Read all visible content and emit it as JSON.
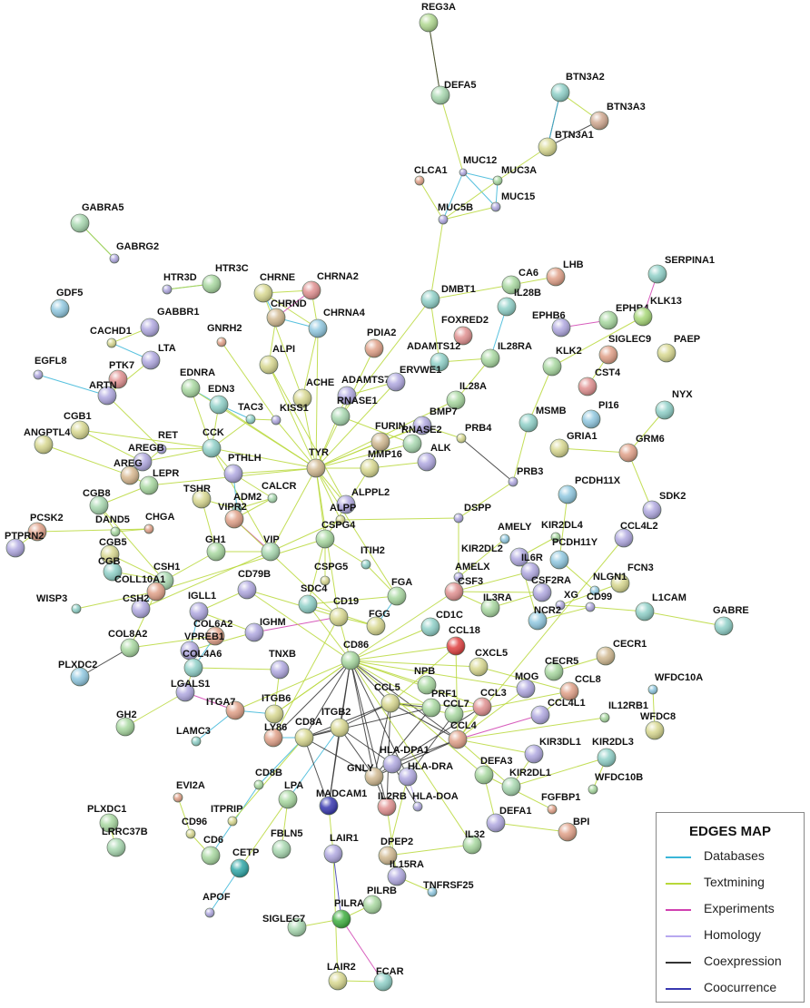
{
  "title": "",
  "node_colors": [
    "#8fd0c8",
    "#a8d878",
    "#c8c8e8",
    "#e8b8a0",
    "#d8d890",
    "#b8e0a8",
    "#9cc0e0",
    "#e09090",
    "#b0a8e0",
    "#c8e0b0",
    "#d0b890",
    "#90d8a8"
  ],
  "legend": {
    "title": "EDGES MAP",
    "items": [
      {
        "label": "Databases",
        "color": "#3ab6d8"
      },
      {
        "label": "Textmining",
        "color": "#b8d83a"
      },
      {
        "label": "Experiments",
        "color": "#d040b0"
      },
      {
        "label": "Homology",
        "color": "#b8a8f0"
      },
      {
        "label": "Coexpression",
        "color": "#333333"
      },
      {
        "label": "Coocurrence",
        "color": "#3838b0"
      }
    ]
  },
  "nodes": [
    {
      "id": "REG3A",
      "label": "REG3A",
      "color": "#b0d890"
    },
    {
      "id": "DEFA5",
      "label": "DEFA5",
      "color": "#a8d8b0"
    },
    {
      "id": "BTN3A2",
      "label": "BTN3A2",
      "color": "#8fd0c8"
    },
    {
      "id": "BTN3A3",
      "label": "BTN3A3",
      "color": "#d0a890"
    },
    {
      "id": "BTN3A1",
      "label": "BTN3A1",
      "color": "#d8d890"
    },
    {
      "id": "CLCA1",
      "label": "CLCA1",
      "color": "#e0a088"
    },
    {
      "id": "MUC12",
      "label": "MUC12",
      "color": "#b0a8e0"
    },
    {
      "id": "MUC3A",
      "label": "MUC3A",
      "color": "#a8d8a0"
    },
    {
      "id": "MUC5B",
      "label": "MUC5B",
      "color": "#b0a8e0"
    },
    {
      "id": "MUC15",
      "label": "MUC15",
      "color": "#b0a8e0"
    },
    {
      "id": "GABRA5",
      "label": "GABRA5",
      "color": "#a8d8b0"
    },
    {
      "id": "GABRG2",
      "label": "GABRG2",
      "color": "#b0a8e0"
    },
    {
      "id": "GDF5",
      "label": "GDF5",
      "color": "#90c8e0"
    },
    {
      "id": "HTR3D",
      "label": "HTR3D",
      "color": "#b0a8e0"
    },
    {
      "id": "HTR3C",
      "label": "HTR3C",
      "color": "#a8d8a0"
    },
    {
      "id": "CHRNE",
      "label": "CHRNE",
      "color": "#d8d890"
    },
    {
      "id": "CHRNA2",
      "label": "CHRNA2",
      "color": "#e09090"
    },
    {
      "id": "CHRND",
      "label": "CHRND",
      "color": "#d0b890"
    },
    {
      "id": "CHRNA4",
      "label": "CHRNA4",
      "color": "#90c8e0"
    },
    {
      "id": "DMBT1",
      "label": "DMBT1",
      "color": "#8fd0c8"
    },
    {
      "id": "CA6",
      "label": "CA6",
      "color": "#a8d8a0"
    },
    {
      "id": "LHB",
      "label": "LHB",
      "color": "#e0a088"
    },
    {
      "id": "SERPINA1",
      "label": "SERPINA1",
      "color": "#8fd0c8"
    },
    {
      "id": "GABBR1",
      "label": "GABBR1",
      "color": "#b0a8e0"
    },
    {
      "id": "CACHD1",
      "label": "CACHD1",
      "color": "#d8d890"
    },
    {
      "id": "LTA",
      "label": "LTA",
      "color": "#b0a8e0"
    },
    {
      "id": "IL28B",
      "label": "IL28B",
      "color": "#8fd0c8"
    },
    {
      "id": "FOXRED2",
      "label": "FOXRED2",
      "color": "#e09090"
    },
    {
      "id": "EPHB6",
      "label": "EPHB6",
      "color": "#b0a8e0"
    },
    {
      "id": "EPHB4",
      "label": "EPHB4",
      "color": "#a8d8a0"
    },
    {
      "id": "KLK13",
      "label": "KLK13",
      "color": "#a8d878"
    },
    {
      "id": "PDIA2",
      "label": "PDIA2",
      "color": "#e0a088"
    },
    {
      "id": "EGFL8",
      "label": "EGFL8",
      "color": "#b0a8e0"
    },
    {
      "id": "PTK7",
      "label": "PTK7",
      "color": "#e09090"
    },
    {
      "id": "GNRH2",
      "label": "GNRH2",
      "color": "#e0a088"
    },
    {
      "id": "ALPI",
      "label": "ALPI",
      "color": "#d8d890"
    },
    {
      "id": "ADAMTS12",
      "label": "ADAMTS12",
      "color": "#8fd0c8"
    },
    {
      "id": "IL28RA",
      "label": "IL28RA",
      "color": "#a8d8a0"
    },
    {
      "id": "SIGLEC9",
      "label": "SIGLEC9",
      "color": "#e0a088"
    },
    {
      "id": "PAEP",
      "label": "PAEP",
      "color": "#d8d890"
    },
    {
      "id": "ARTN",
      "label": "ARTN",
      "color": "#b0a8e0"
    },
    {
      "id": "EDNRA",
      "label": "EDNRA",
      "color": "#a8d8a0"
    },
    {
      "id": "EDN3",
      "label": "EDN3",
      "color": "#8fd0c8"
    },
    {
      "id": "ACHE",
      "label": "ACHE",
      "color": "#d8d890"
    },
    {
      "id": "ADAMTS7",
      "label": "ADAMTS7",
      "color": "#b0a8e0"
    },
    {
      "id": "ERVWE1",
      "label": "ERVWE1",
      "color": "#b0a8e0"
    },
    {
      "id": "KLK2",
      "label": "KLK2",
      "color": "#a8d8a0"
    },
    {
      "id": "CST4",
      "label": "CST4",
      "color": "#e09090"
    },
    {
      "id": "TAC3",
      "label": "TAC3",
      "color": "#8fd0c8"
    },
    {
      "id": "KISS1",
      "label": "KISS1",
      "color": "#b0a8e0"
    },
    {
      "id": "RNASE1",
      "label": "RNASE1",
      "color": "#a8d8b0"
    },
    {
      "id": "IL28A",
      "label": "IL28A",
      "color": "#a8d8a0"
    },
    {
      "id": "PI16",
      "label": "PI16",
      "color": "#90c8e0"
    },
    {
      "id": "NYX",
      "label": "NYX",
      "color": "#8fd0c8"
    },
    {
      "id": "CGB1",
      "label": "CGB1",
      "color": "#d8d890"
    },
    {
      "id": "ANGPTL4",
      "label": "ANGPTL4",
      "color": "#d8d890"
    },
    {
      "id": "RET",
      "label": "RET",
      "color": "#b0a8e0"
    },
    {
      "id": "CCK",
      "label": "CCK",
      "color": "#8fd0c8"
    },
    {
      "id": "AREGB",
      "label": "AREGB",
      "color": "#b0a8e0"
    },
    {
      "id": "AREG",
      "label": "AREG",
      "color": "#d8b890"
    },
    {
      "id": "FURIN",
      "label": "FURIN",
      "color": "#d0b890"
    },
    {
      "id": "BMP7",
      "label": "BMP7",
      "color": "#b0a8e0"
    },
    {
      "id": "RNASE2",
      "label": "RNASE2",
      "color": "#a8d8b0"
    },
    {
      "id": "MSMB",
      "label": "MSMB",
      "color": "#8fd0c8"
    },
    {
      "id": "PRB4",
      "label": "PRB4",
      "color": "#d8d890"
    },
    {
      "id": "GRIA1",
      "label": "GRIA1",
      "color": "#d8d890"
    },
    {
      "id": "GRM6",
      "label": "GRM6",
      "color": "#e0a088"
    },
    {
      "id": "LEPR",
      "label": "LEPR",
      "color": "#a8d8a0"
    },
    {
      "id": "PTHLH",
      "label": "PTHLH",
      "color": "#b0a8e0"
    },
    {
      "id": "TYR",
      "label": "TYR",
      "color": "#d0b890"
    },
    {
      "id": "MMP16",
      "label": "MMP16",
      "color": "#d8d890"
    },
    {
      "id": "ALK",
      "label": "ALK",
      "color": "#b0a8e0"
    },
    {
      "id": "CGB8",
      "label": "CGB8",
      "color": "#a8d8b0"
    },
    {
      "id": "TSHR",
      "label": "TSHR",
      "color": "#d8d890"
    },
    {
      "id": "ADM2",
      "label": "ADM2",
      "color": "#8fd0c8"
    },
    {
      "id": "CALCR",
      "label": "CALCR",
      "color": "#a8d8b0"
    },
    {
      "id": "PRB3",
      "label": "PRB3",
      "color": "#b0a8e0"
    },
    {
      "id": "PCDH11X",
      "label": "PCDH11X",
      "color": "#90c8e0"
    },
    {
      "id": "ALPPL2",
      "label": "ALPPL2",
      "color": "#b0a8e0"
    },
    {
      "id": "PCSK2",
      "label": "PCSK2",
      "color": "#e0a088"
    },
    {
      "id": "DAND5",
      "label": "DAND5",
      "color": "#a8d8a0"
    },
    {
      "id": "CHGA",
      "label": "CHGA",
      "color": "#e0a088"
    },
    {
      "id": "VIPR2",
      "label": "VIPR2",
      "color": "#e0a088"
    },
    {
      "id": "SDK2",
      "label": "SDK2",
      "color": "#b0a8e0"
    },
    {
      "id": "PTPRN2",
      "label": "PTPRN2",
      "color": "#b0a8e0"
    },
    {
      "id": "ALPP",
      "label": "ALPP",
      "color": "#d8d890"
    },
    {
      "id": "DSPP",
      "label": "DSPP",
      "color": "#b0a8e0"
    },
    {
      "id": "CCL4L2",
      "label": "CCL4L2",
      "color": "#b0a8e0"
    },
    {
      "id": "CGB5",
      "label": "CGB5",
      "color": "#d8d890"
    },
    {
      "id": "GH1",
      "label": "GH1",
      "color": "#a8d8a0"
    },
    {
      "id": "VIP",
      "label": "VIP",
      "color": "#a8d8b0"
    },
    {
      "id": "CSPG4",
      "label": "CSPG4",
      "color": "#a8d8a0"
    },
    {
      "id": "AMELY",
      "label": "AMELY",
      "color": "#90c8e0"
    },
    {
      "id": "KIR2DL4",
      "label": "KIR2DL4",
      "color": "#a8d8a0"
    },
    {
      "id": "PCDH11Y",
      "label": "PCDH11Y",
      "color": "#90c8e0"
    },
    {
      "id": "ITIH2",
      "label": "ITIH2",
      "color": "#8fd0c8"
    },
    {
      "id": "KIR2DL2",
      "label": "KIR2DL2",
      "color": "#b0a8e0"
    },
    {
      "id": "IL6R",
      "label": "IL6R",
      "color": "#b0a8e0"
    },
    {
      "id": "FCN3",
      "label": "FCN3",
      "color": "#d8d890"
    },
    {
      "id": "CGB",
      "label": "CGB",
      "color": "#8fd0c8"
    },
    {
      "id": "CSH1",
      "label": "CSH1",
      "color": "#a8d8b0"
    },
    {
      "id": "WISP3",
      "label": "WISP3",
      "color": "#8fd0c8"
    },
    {
      "id": "COLL10A1",
      "label": "COLL10A1",
      "color": "#e0a088"
    },
    {
      "id": "CD79B",
      "label": "CD79B",
      "color": "#b0a8e0"
    },
    {
      "id": "CSPG5",
      "label": "CSPG5",
      "color": "#d8d890"
    },
    {
      "id": "AMELX",
      "label": "AMELX",
      "color": "#b0a8e0"
    },
    {
      "id": "NLGN1",
      "label": "NLGN1",
      "color": "#90c8e0"
    },
    {
      "id": "CSF3",
      "label": "CSF3",
      "color": "#e09090"
    },
    {
      "id": "CSF2RA",
      "label": "CSF2RA",
      "color": "#b0a8e0"
    },
    {
      "id": "XG",
      "label": "XG",
      "color": "#b0a8e0"
    },
    {
      "id": "CSH2",
      "label": "CSH2",
      "color": "#b0a8e0"
    },
    {
      "id": "IGLL1",
      "label": "IGLL1",
      "color": "#b0a8e0"
    },
    {
      "id": "SDC4",
      "label": "SDC4",
      "color": "#8fd0c8"
    },
    {
      "id": "CD19",
      "label": "CD19",
      "color": "#d8d890"
    },
    {
      "id": "FGA",
      "label": "FGA",
      "color": "#a8d8a0"
    },
    {
      "id": "CD99",
      "label": "CD99",
      "color": "#b0a8e0"
    },
    {
      "id": "L1CAM",
      "label": "L1CAM",
      "color": "#8fd0c8"
    },
    {
      "id": "IL3RA",
      "label": "IL3RA",
      "color": "#a8d8a0"
    },
    {
      "id": "NCR2",
      "label": "NCR2",
      "color": "#90c8e0"
    },
    {
      "id": "GABRE",
      "label": "GABRE",
      "color": "#8fd0c8"
    },
    {
      "id": "COL6A2",
      "label": "COL6A2",
      "color": "#e0a088"
    },
    {
      "id": "IGHM",
      "label": "IGHM",
      "color": "#b0a8e0"
    },
    {
      "id": "FGG",
      "label": "FGG",
      "color": "#d8d890"
    },
    {
      "id": "CD1C",
      "label": "CD1C",
      "color": "#8fd0c8"
    },
    {
      "id": "COL8A2",
      "label": "COL8A2",
      "color": "#a8d8a0"
    },
    {
      "id": "VPREB1",
      "label": "VPREB1",
      "color": "#b0a8e0"
    },
    {
      "id": "COL4A6",
      "label": "COL4A6",
      "color": "#8fd0c8"
    },
    {
      "id": "CCL18",
      "label": "CCL18",
      "color": "#e04040"
    },
    {
      "id": "PLXDC2",
      "label": "PLXDC2",
      "color": "#90c8e0"
    },
    {
      "id": "CD86",
      "label": "CD86",
      "color": "#a8d8a0"
    },
    {
      "id": "CXCL5",
      "label": "CXCL5",
      "color": "#d8d890"
    },
    {
      "id": "CECR5",
      "label": "CECR5",
      "color": "#a8d8a0"
    },
    {
      "id": "CECR1",
      "label": "CECR1",
      "color": "#d0b890"
    },
    {
      "id": "TNXB",
      "label": "TNXB",
      "color": "#b0a8e0"
    },
    {
      "id": "LGALS1",
      "label": "LGALS1",
      "color": "#b0a8e0"
    },
    {
      "id": "WFDC10A",
      "label": "WFDC10A",
      "color": "#90c8e0"
    },
    {
      "id": "NPB",
      "label": "NPB",
      "color": "#a8d8a0"
    },
    {
      "id": "MOG",
      "label": "MOG",
      "color": "#b0a8e0"
    },
    {
      "id": "CCL8",
      "label": "CCL8",
      "color": "#e0a088"
    },
    {
      "id": "CCL5",
      "label": "CCL5",
      "color": "#d8d890"
    },
    {
      "id": "PRF1",
      "label": "PRF1",
      "color": "#a8d8a0"
    },
    {
      "id": "CCL3",
      "label": "CCL3",
      "color": "#e09090"
    },
    {
      "id": "ITGA7",
      "label": "ITGA7",
      "color": "#e0a088"
    },
    {
      "id": "ITGB6",
      "label": "ITGB6",
      "color": "#d8d890"
    },
    {
      "id": "CCL7",
      "label": "CCL7",
      "color": "#a8d8a0"
    },
    {
      "id": "IL12RB1",
      "label": "IL12RB1",
      "color": "#a8d8a0"
    },
    {
      "id": "CCL4L1",
      "label": "CCL4L1",
      "color": "#b0a8e0"
    },
    {
      "id": "WFDC8",
      "label": "WFDC8",
      "color": "#d8d890"
    },
    {
      "id": "GH2",
      "label": "GH2",
      "color": "#a8d8a0"
    },
    {
      "id": "LY86",
      "label": "LY86",
      "color": "#e0a088"
    },
    {
      "id": "CD8A",
      "label": "CD8A",
      "color": "#d8d890"
    },
    {
      "id": "ITGB2",
      "label": "ITGB2",
      "color": "#d8d890"
    },
    {
      "id": "CCL4",
      "label": "CCL4",
      "color": "#e0a088"
    },
    {
      "id": "LAMC3",
      "label": "LAMC3",
      "color": "#8fd0c8"
    },
    {
      "id": "HLA-DPA1",
      "label": "HLA-DPA1",
      "color": "#b0a8e0"
    },
    {
      "id": "KIR3DL1",
      "label": "KIR3DL1",
      "color": "#b0a8e0"
    },
    {
      "id": "KIR2DL3",
      "label": "KIR2DL3",
      "color": "#8fd0c8"
    },
    {
      "id": "GNLY",
      "label": "GNLY",
      "color": "#d0b890"
    },
    {
      "id": "HLA-DRA",
      "label": "HLA-DRA",
      "color": "#b0a8e0"
    },
    {
      "id": "DEFA3",
      "label": "DEFA3",
      "color": "#a8d8a0"
    },
    {
      "id": "KIR2DL1",
      "label": "KIR2DL1",
      "color": "#a8d8b0"
    },
    {
      "id": "WFDC10B",
      "label": "WFDC10B",
      "color": "#a8d8a0"
    },
    {
      "id": "EVI2A",
      "label": "EVI2A",
      "color": "#e0a088"
    },
    {
      "id": "CD8B",
      "label": "CD8B",
      "color": "#a8d8a0"
    },
    {
      "id": "LPA",
      "label": "LPA",
      "color": "#a8d8a0"
    },
    {
      "id": "IL2RB",
      "label": "IL2RB",
      "color": "#e09090"
    },
    {
      "id": "HLA-DOA",
      "label": "HLA-DOA",
      "color": "#b0a8e0"
    },
    {
      "id": "FGFBP1",
      "label": "FGFBP1",
      "color": "#e0a088"
    },
    {
      "id": "PLXDC1",
      "label": "PLXDC1",
      "color": "#a8d8a0"
    },
    {
      "id": "ITPRIP",
      "label": "ITPRIP",
      "color": "#d8d890"
    },
    {
      "id": "MADCAM1",
      "label": "MADCAM1",
      "color": "#3838b0"
    },
    {
      "id": "DEFA1",
      "label": "DEFA1",
      "color": "#b0a8e0"
    },
    {
      "id": "BPI",
      "label": "BPI",
      "color": "#e0a088"
    },
    {
      "id": "CD96",
      "label": "CD96",
      "color": "#d8d890"
    },
    {
      "id": "LRRC37B",
      "label": "LRRC37B",
      "color": "#a8d8b0"
    },
    {
      "id": "CD6",
      "label": "CD6",
      "color": "#a8d8a0"
    },
    {
      "id": "FBLN5",
      "label": "FBLN5",
      "color": "#a8d8b0"
    },
    {
      "id": "DPEP2",
      "label": "DPEP2",
      "color": "#d0b890"
    },
    {
      "id": "IL32",
      "label": "IL32",
      "color": "#a8d8a0"
    },
    {
      "id": "CETP",
      "label": "CETP",
      "color": "#30a8a8"
    },
    {
      "id": "LAIR1",
      "label": "LAIR1",
      "color": "#b0a8e0"
    },
    {
      "id": "IL15RA",
      "label": "IL15RA",
      "color": "#b0a8e0"
    },
    {
      "id": "TNFRSF25",
      "label": "TNFRSF25",
      "color": "#90c8e0"
    },
    {
      "id": "APOF",
      "label": "APOF",
      "color": "#b0a8e0"
    },
    {
      "id": "PILRB",
      "label": "PILRB",
      "color": "#a8d8a0"
    },
    {
      "id": "SIGLEC7",
      "label": "SIGLEC7",
      "color": "#a8d8b0"
    },
    {
      "id": "PILRA",
      "label": "PILRA",
      "color": "#40b040"
    },
    {
      "id": "LAIR2",
      "label": "LAIR2",
      "color": "#d8d890"
    },
    {
      "id": "FCAR",
      "label": "FCAR",
      "color": "#8fd0c8"
    }
  ]
}
